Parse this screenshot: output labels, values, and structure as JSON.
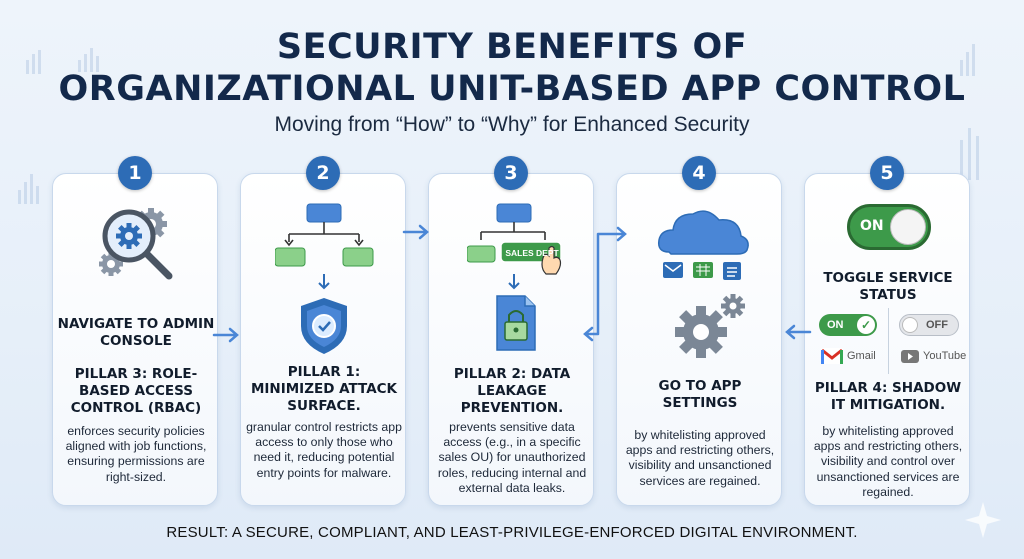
{
  "header": {
    "title_line1": "SECURITY BENEFITS OF",
    "title_line2": "ORGANIZATIONAL UNIT-BASED APP CONTROL",
    "subtitle": "Moving from “How” to “Why” for Enhanced Security"
  },
  "steps": [
    {
      "number": "1",
      "heading": "NAVIGATE TO ADMIN CONSOLE",
      "pillar": "PILLAR 3: ROLE-BASED ACCESS CONTROL (RBAC)",
      "body": "enforces security policies aligned with job functions, ensuring permissions are right-sized.",
      "icon": "gear-magnifier-icon"
    },
    {
      "number": "2",
      "pillar": "PILLAR 1: MINIMIZED ATTACK SURFACE.",
      "body": "granular control restricts app access to only those who need it, reducing potential entry points for malware.",
      "icon": "org-chart-shield-icon"
    },
    {
      "number": "3",
      "tag": "SALES DEPT",
      "pillar": "PILLAR 2: DATA LEAKAGE PREVENTION.",
      "body": "prevents sensitive data access (e.g., in a specific sales OU) for unauthorized roles, reducing internal and external data leaks.",
      "icon": "org-chart-lock-icon"
    },
    {
      "number": "4",
      "heading": "GO TO APP SETTINGS",
      "body": "by whitelisting approved apps and restricting others, visibility and unsanctioned services are regained.",
      "icon": "cloud-gear-icon"
    },
    {
      "number": "5",
      "toggle_label": "ON",
      "heading": "TOGGLE SERVICE STATUS",
      "on_label": "ON",
      "off_label": "OFF",
      "app_gmail": "Gmail",
      "app_youtube": "YouTube",
      "pillar": "PILLAR 4: SHADOW IT MITIGATION.",
      "body": "by whitelisting approved apps and restricting others, visibility and control over unsanctioned services are regained.",
      "icon": "toggle-icon"
    }
  ],
  "footer": {
    "result": "RESULT: A SECURE, COMPLIANT, AND LEAST-PRIVILEGE-ENFORCED DIGITAL ENVIRONMENT."
  },
  "colors": {
    "navy": "#13294b",
    "badge_blue": "#2d6cb6",
    "green": "#3d9a4a",
    "light_green": "#a7d9a0"
  }
}
